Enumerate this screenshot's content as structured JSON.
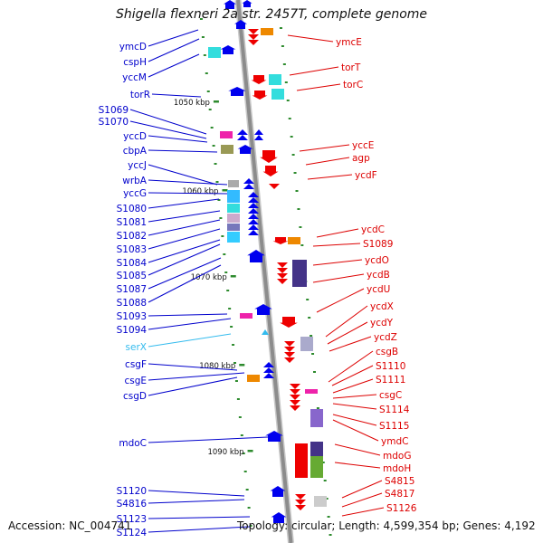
{
  "title": "Shigella flexneri 2a str. 2457T, complete genome",
  "footer": {
    "accession": "Accession: NC_004741",
    "topology": "Topology: circular; Length: 4,599,354 bp; Genes: 4,192"
  },
  "colors": {
    "forward_label": "#0000cc",
    "reverse_label": "#dd0000",
    "rna_label": "#33bbee",
    "backbone": "#8c8c8c",
    "tick": "#2e8b2e"
  },
  "scale_ticks": [
    "1050 kbp",
    "1060 kbp",
    "1070 kbp",
    "1080 kbp",
    "1090 kbp"
  ],
  "left_labels": [
    "ymcD",
    "cspH",
    "yccM",
    "torR",
    "S1069",
    "S1070",
    "yccD",
    "cbpA",
    "yccJ",
    "wrbA",
    "yccG",
    "S1080",
    "S1081",
    "S1082",
    "S1083",
    "S1084",
    "S1085",
    "S1087",
    "S1088",
    "S1093",
    "S1094",
    "serX",
    "csgF",
    "csgE",
    "csgD",
    "mdoC",
    "S1120",
    "S4816",
    "S1123",
    "S1124"
  ],
  "right_labels": [
    "ymcE",
    "torT",
    "torC",
    "yccE",
    "agp",
    "ycdF",
    "ycdC",
    "S1089",
    "ycdO",
    "ycdB",
    "ycdU",
    "ycdX",
    "ycdY",
    "ycdZ",
    "csgB",
    "S1110",
    "S1111",
    "csgC",
    "S1114",
    "S1115",
    "ymdC",
    "mdoG",
    "mdoH",
    "S4815",
    "S4817",
    "S1126"
  ]
}
